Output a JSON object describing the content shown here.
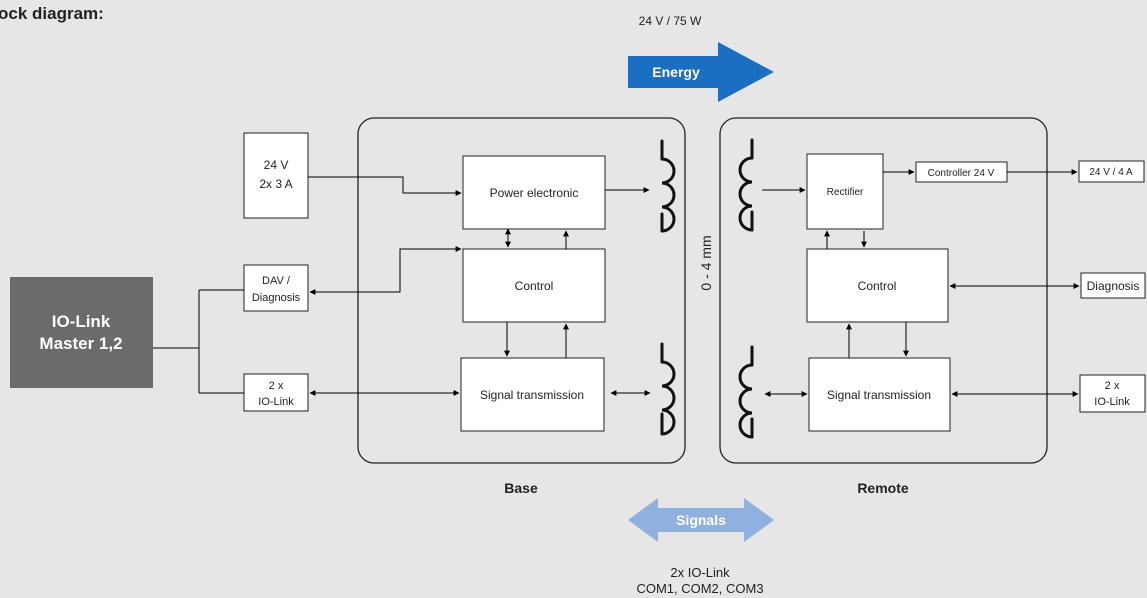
{
  "title": "ock diagram:",
  "energy": {
    "spec": "24 V / 75 W",
    "label": "Energy",
    "color": "#1a6fc2"
  },
  "signals": {
    "label": "Signals",
    "line1": "2x IO-Link",
    "line2": "COM1, COM2, COM3",
    "color": "#8fb1e0"
  },
  "gap_label": "0 - 4 mm",
  "master": {
    "line1": "IO-Link",
    "line2": "Master 1,2",
    "color": "#6b6b6b"
  },
  "base": {
    "label": "Base",
    "inputs": {
      "power": {
        "line1": "24 V",
        "line2": "2x 3 A"
      },
      "dav": {
        "line1": "DAV /",
        "line2": "Diagnosis"
      },
      "iolink": {
        "line1": "2 x",
        "line2": "IO-Link"
      }
    },
    "blocks": {
      "power": "Power electronic",
      "control": "Control",
      "signal": "Signal transmission"
    }
  },
  "remote": {
    "label": "Remote",
    "blocks": {
      "rectifier": "Rectifier",
      "controller": "Controller 24 V",
      "control": "Control",
      "signal": "Signal transmission"
    },
    "outputs": {
      "power": "24 V / 4 A",
      "diagnosis": "Diagnosis",
      "iolink": {
        "line1": "2 x",
        "line2": "IO-Link"
      }
    }
  }
}
